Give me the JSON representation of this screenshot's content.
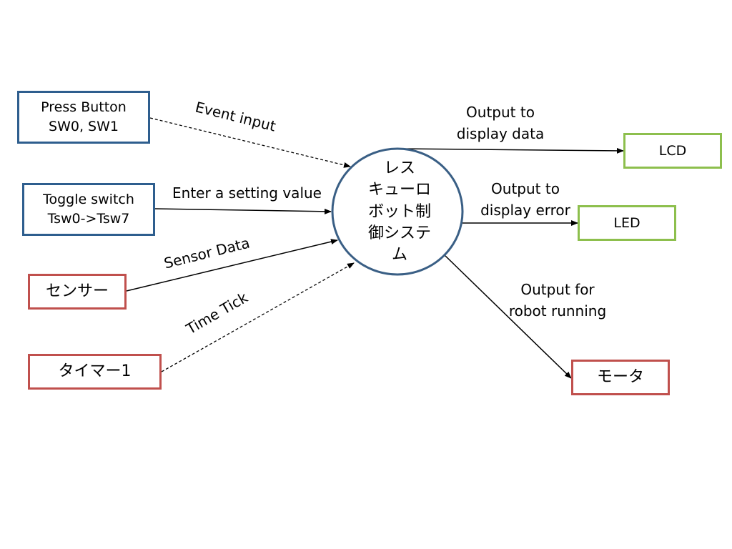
{
  "colors": {
    "input_box_border": "#2e5e8e",
    "sensor_box_border": "#c0504d",
    "output_box_border": "#8dbf4d",
    "process_circle_border": "#3a5f85"
  },
  "process": {
    "lines": [
      "レス",
      "キューロ",
      "ボット制",
      "御システ",
      "ム"
    ]
  },
  "inputs": {
    "press_button": {
      "lines": [
        "Press Button",
        "SW0, SW1"
      ]
    },
    "toggle_switch": {
      "lines": [
        "Toggle switch",
        "Tsw0->Tsw7"
      ]
    },
    "sensor": {
      "label": "センサー"
    },
    "timer": {
      "label": "タイマー1"
    }
  },
  "outputs": {
    "lcd": {
      "label": "LCD"
    },
    "led": {
      "label": "LED"
    },
    "motor": {
      "label": "モータ"
    }
  },
  "flows": {
    "event_input": "Event input",
    "setting_value": "Enter a setting value",
    "sensor_data": "Sensor  Data",
    "time_tick": "Time Tick",
    "display_data": [
      "Output   to",
      "display data"
    ],
    "display_error": [
      "Output   to",
      "display   error"
    ],
    "robot_running": [
      "Output   for",
      "robot running"
    ]
  }
}
